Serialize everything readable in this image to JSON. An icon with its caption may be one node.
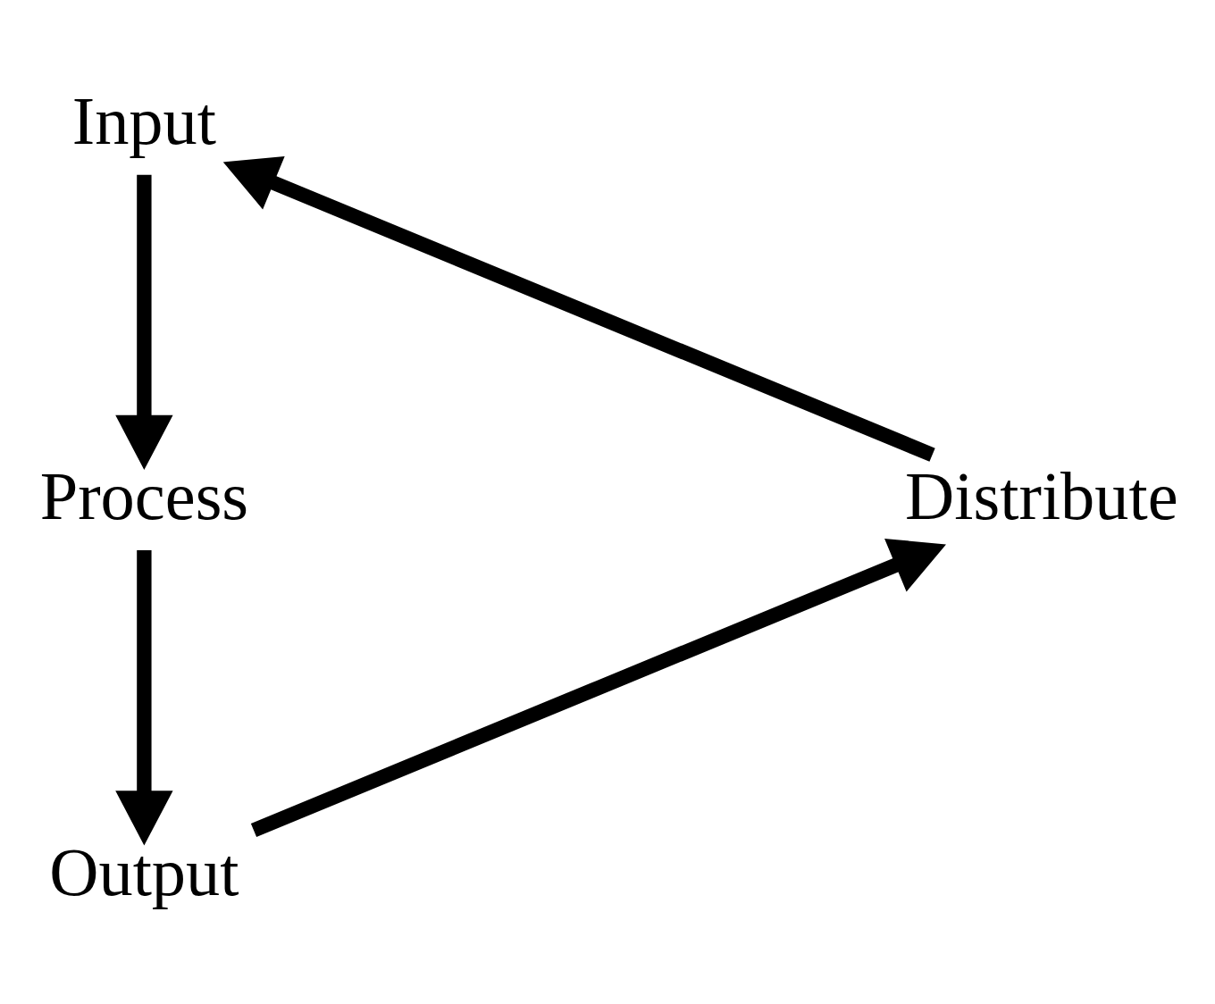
{
  "diagram": {
    "nodes": [
      {
        "text": [
          "Input"
        ]
      },
      {
        "text": [
          "Process"
        ]
      },
      {
        "text": [
          "Output"
        ]
      },
      {
        "text": [
          "Distribute"
        ]
      }
    ],
    "edges": [
      {
        "from": 0,
        "to": 1,
        "arrow": "to"
      },
      {
        "from": 1,
        "to": 2,
        "arrow": "to"
      },
      {
        "from": 2,
        "to": 3,
        "arrow": "to"
      },
      {
        "from": 3,
        "to": 0,
        "arrow": "to"
      }
    ]
  }
}
